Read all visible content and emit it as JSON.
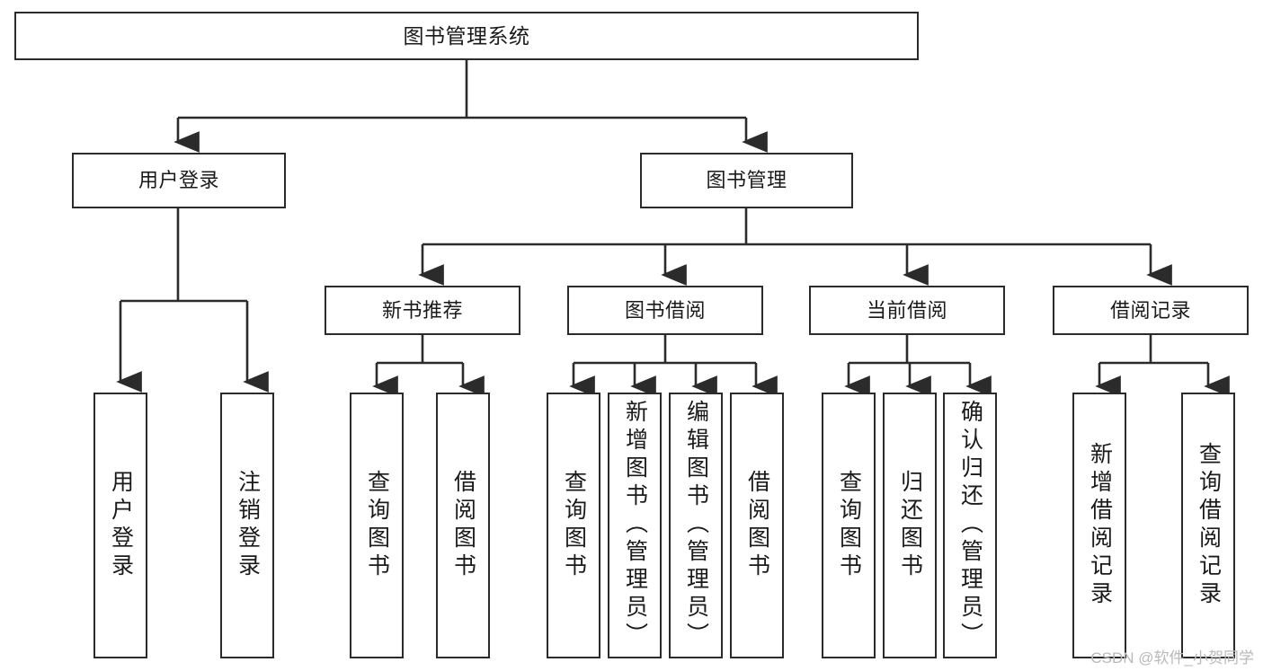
{
  "diagram": {
    "title": "图书管理系统",
    "type": "tree",
    "watermark": "CSDN @软件_小贺同学",
    "stroke_color": "#2b2b2b",
    "fill_color": "#ffffff",
    "text_color": "#1a1a1a",
    "watermark_color": "#b9b9b9"
  },
  "nodes": {
    "root": {
      "label": "图书管理系统"
    },
    "level2": [
      {
        "label": "用户登录"
      },
      {
        "label": "图书管理"
      }
    ],
    "level3": [
      {
        "label": "新书推荐"
      },
      {
        "label": "图书借阅"
      },
      {
        "label": "当前借阅"
      },
      {
        "label": "借阅记录"
      }
    ],
    "leaves": {
      "user_login": [
        {
          "label": "用户登录"
        },
        {
          "label": "注销登录"
        }
      ],
      "new_book_recommend": [
        {
          "label": "查询图书"
        },
        {
          "label": "借阅图书"
        }
      ],
      "book_borrow": [
        {
          "label": "查询图书"
        },
        {
          "label": "新增图书（管理员）"
        },
        {
          "label": "编辑图书（管理员）"
        },
        {
          "label": "借阅图书"
        }
      ],
      "current_borrow": [
        {
          "label": "查询图书"
        },
        {
          "label": "归还图书"
        },
        {
          "label": "确认归还（管理员）"
        }
      ],
      "borrow_record": [
        {
          "label": "新增借阅记录"
        },
        {
          "label": "查询借阅记录"
        }
      ]
    }
  }
}
